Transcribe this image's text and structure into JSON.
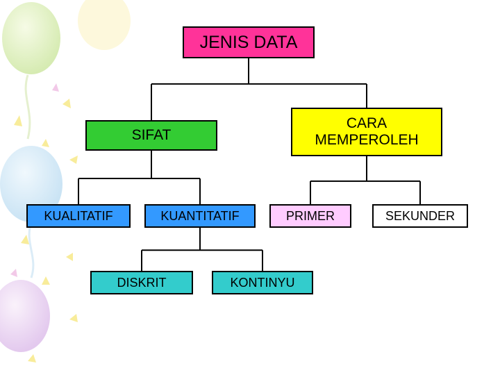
{
  "diagram": {
    "root": {
      "label": "JENIS DATA",
      "color": "#FF3399"
    },
    "sifat": {
      "label": "SIFAT",
      "color": "#33CC33"
    },
    "cara": {
      "label": "CARA MEMPEROLEH",
      "color": "#FFFF00"
    },
    "kualitatif": {
      "label": "KUALITATIF",
      "color": "#3399FF"
    },
    "kuantitatif": {
      "label": "KUANTITATIF",
      "color": "#3399FF"
    },
    "primer": {
      "label": "PRIMER",
      "color": "#FFCCFF"
    },
    "sekunder": {
      "label": "SEKUNDER",
      "color": "#FFFFFF"
    },
    "diskrit": {
      "label": "DISKRIT",
      "color": "#33CCCC"
    },
    "kontinyu": {
      "label": "KONTINYU",
      "color": "#33CCCC"
    }
  },
  "edges": [
    [
      "root",
      "sifat"
    ],
    [
      "root",
      "cara"
    ],
    [
      "sifat",
      "kualitatif"
    ],
    [
      "sifat",
      "kuantitatif"
    ],
    [
      "cara",
      "primer"
    ],
    [
      "cara",
      "sekunder"
    ],
    [
      "kuantitatif",
      "diskrit"
    ],
    [
      "kuantitatif",
      "kontinyu"
    ]
  ]
}
